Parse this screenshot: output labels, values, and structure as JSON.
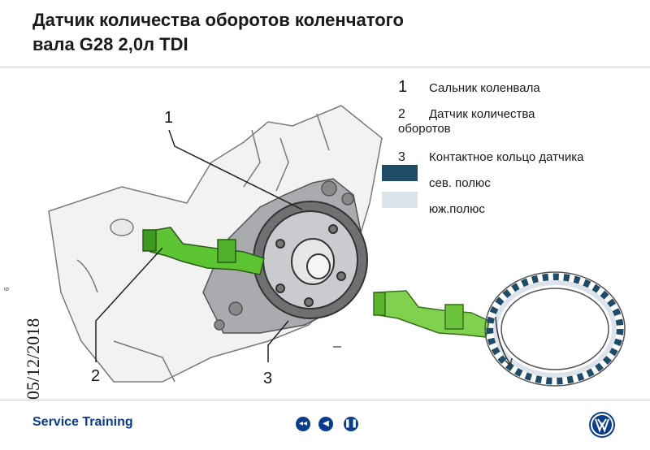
{
  "header": {
    "title_line1": "Датчик количества оборотов коленчатого",
    "title_line2": "вала G28 2,0л TDI"
  },
  "side": {
    "date": "05/12/2018",
    "page": "6"
  },
  "legend": {
    "item1": {
      "num": "1",
      "label": "Сальник коленвала"
    },
    "item2": {
      "num": "2",
      "label_line1": "Датчик количества",
      "label_line2": "оборотов"
    },
    "item3": {
      "num": "3",
      "label": "Контактное кольцо датчика"
    },
    "north": {
      "label": "сев. полюс",
      "color": "#1f4b66"
    },
    "south": {
      "label": "юж.полюс",
      "color": "#dde3ea"
    }
  },
  "callouts": {
    "c1": "1",
    "c2": "2",
    "c3": "3"
  },
  "footer": {
    "brand": "Service Training",
    "prev_icon": "rewind-icon",
    "back_icon": "play-back-icon",
    "pause_icon": "pause-icon",
    "logo": "VW"
  }
}
